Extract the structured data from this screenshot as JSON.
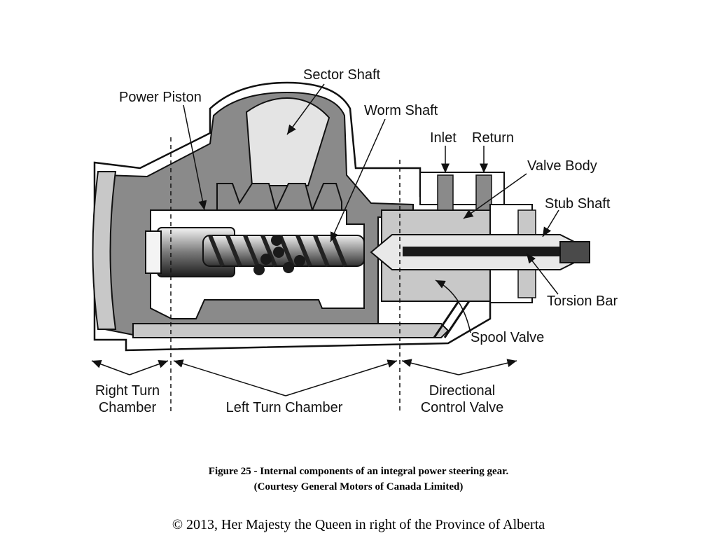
{
  "labels": {
    "sector_shaft": "Sector Shaft",
    "power_piston": "Power Piston",
    "worm_shaft": "Worm Shaft",
    "inlet": "Inlet",
    "return": "Return",
    "valve_body": "Valve Body",
    "stub_shaft": "Stub Shaft",
    "torsion_bar": "Torsion Bar",
    "spool_valve": "Spool Valve",
    "right_turn_1": "Right Turn",
    "right_turn_2": "Chamber",
    "left_turn": "Left Turn Chamber",
    "directional_1": "Directional",
    "directional_2": "Control Valve"
  },
  "caption": {
    "line1": "Figure 25 - Internal components of an integral power steering gear.",
    "line2": "(Courtesy General Motors of Canada Limited)"
  },
  "copyright": "© 2013, Her Majesty the Queen in right of the Province of Alberta",
  "colors": {
    "housing_gray": "#8a8a8a",
    "light_gray": "#c8c8c8",
    "outline": "#111111"
  }
}
